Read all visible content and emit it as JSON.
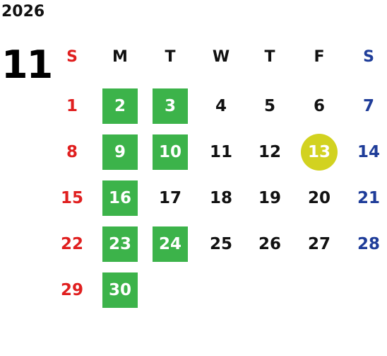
{
  "calendar": {
    "year": "2026",
    "month": "11",
    "weekdays": [
      "S",
      "M",
      "T",
      "W",
      "T",
      "F",
      "S"
    ],
    "weeks": [
      [
        "1",
        "2",
        "3",
        "4",
        "5",
        "6",
        "7"
      ],
      [
        "8",
        "9",
        "10",
        "11",
        "12",
        "13",
        "14"
      ],
      [
        "15",
        "16",
        "17",
        "18",
        "19",
        "20",
        "21"
      ],
      [
        "22",
        "23",
        "24",
        "25",
        "26",
        "27",
        "28"
      ],
      [
        "29",
        "30",
        "",
        "",
        "",
        "",
        ""
      ]
    ],
    "highlighted_days": [
      "2",
      "3",
      "9",
      "10",
      "16",
      "23",
      "24",
      "30"
    ],
    "today": "13",
    "colors": {
      "sunday": "#e01f1f",
      "saturday": "#1f3d99",
      "highlight": "#3cb34a",
      "today": "#d2d220"
    }
  }
}
